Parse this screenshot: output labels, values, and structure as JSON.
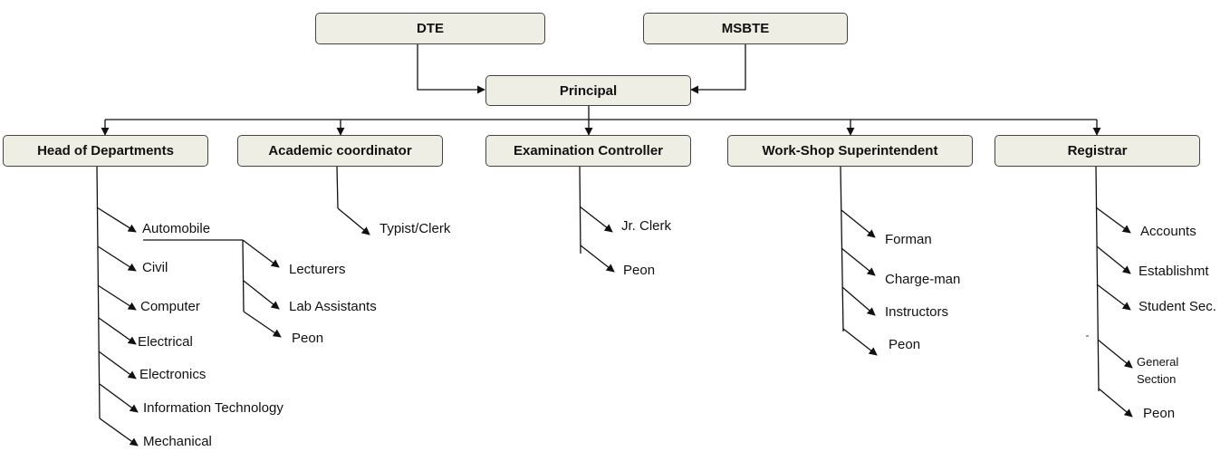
{
  "top": {
    "dte": "DTE",
    "msbte": "MSBTE",
    "principal": "Principal"
  },
  "departments": {
    "hod": "Head of Departments",
    "academic": "Academic coordinator",
    "exam": "Examination  Controller",
    "workshop": "Work-Shop  Superintendent",
    "registrar": "Registrar"
  },
  "hod_items": [
    "Automobile",
    "Civil",
    "Computer",
    "Electrical",
    "Electronics",
    "Information Technology",
    "Mechanical"
  ],
  "automobile_staff": [
    "Lecturers",
    "Lab  Assistants",
    "Peon"
  ],
  "academic_items": [
    "Typist/Clerk"
  ],
  "exam_items": [
    "Jr. Clerk",
    "Peon"
  ],
  "workshop_items": [
    "Forman",
    "Charge-man",
    "Instructors",
    "Peon"
  ],
  "registrar_items": [
    "Accounts",
    "Establishmt",
    "Student Sec.",
    "General",
    "Section",
    "Peon"
  ]
}
